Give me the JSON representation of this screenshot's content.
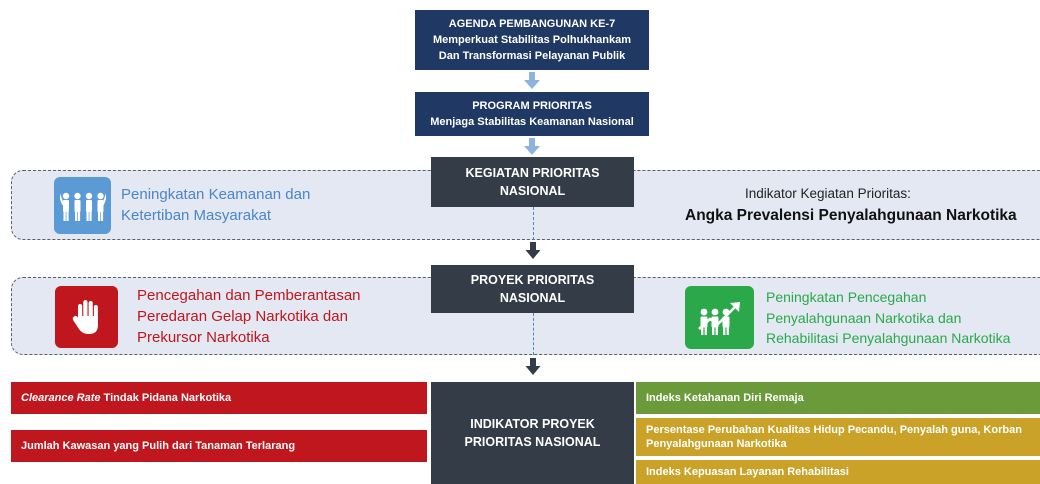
{
  "agenda": {
    "line1": "AGENDA PEMBANGUNAN KE-7",
    "line2": "Memperkuat Stabilitas Polhukhankam",
    "line3": "Dan Transformasi Pelayanan Publik"
  },
  "program": {
    "line1": "PROGRAM PRIORITAS",
    "line2": "Menjaga Stabilitas Keamanan Nasional"
  },
  "kegiatan": {
    "title_line1": "KEGIATAN PRIORITAS",
    "title_line2": "NASIONAL",
    "left_line1": "Peningkatan Keamanan dan",
    "left_line2": "Ketertiban Masyarakat",
    "indicator_caption": "Indikator Kegiatan Prioritas:",
    "indicator_value": "Angka Prevalensi Penyalahgunaan Narkotika",
    "left_icon": "people-group-icon"
  },
  "proyek": {
    "title_line1": "PROYEK PRIORITAS",
    "title_line2": "NASIONAL",
    "left_line1": "Pencegahan dan Pemberantasan",
    "left_line2": "Peredaran Gelap Narkotika dan",
    "left_line3": "Prekursor Narkotika",
    "right_line1": "Peningkatan Pencegahan",
    "right_line2": "Penyalahgunaan Narkotika dan",
    "right_line3": "Rehabilitasi Penyalahgunaan Narkotika",
    "left_icon": "stop-hand-icon",
    "right_icon": "growth-team-icon"
  },
  "indikator": {
    "title_line1": "INDIKATOR PROYEK",
    "title_line2": "PRIORITAS NASIONAL",
    "left_bar1_italic": "Clearance Rate",
    "left_bar1_rest": " Tindak Pidana Narkotika",
    "left_bar2": "Jumlah Kawasan yang Pulih dari Tanaman Terlarang",
    "right_bar1": "Indeks Ketahanan Diri Remaja",
    "right_bar2_line1": "Persentase Perubahan Kualitas Hidup Pecandu, Penyalah guna, Korban",
    "right_bar2_line2": "Penyalahgunaan Narkotika",
    "right_bar3": "Indeks Kepuasan Layanan Rehabilitasi"
  },
  "colors": {
    "navy": "#1f3864",
    "dark": "#333c47",
    "band": "#e3e8f3",
    "blue_text": "#4a86c8",
    "red": "#c0161e",
    "green": "#2aa84a",
    "olive_green": "#6a9a3a",
    "gold": "#c9a227"
  }
}
